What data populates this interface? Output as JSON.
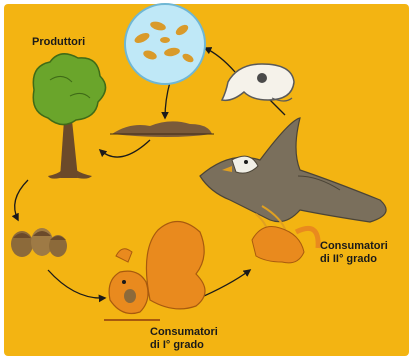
{
  "labels": {
    "producers": "Produttori",
    "primary_consumers_line1": "Consumatori",
    "primary_consumers_line2": "di I° grado",
    "secondary_consumers_line1": "Consumatori",
    "secondary_consumers_line2": "di II° grado"
  },
  "colors": {
    "background": "#f3b412",
    "tree_foliage": "#6aa52b",
    "trunk": "#6b4a2a",
    "acorn": "#8c6a3a",
    "squirrel": "#e98a1e",
    "eagle": "#7a6f5c",
    "microbe_circle": "#bfe8f7",
    "microbes": "#d99a2a",
    "soil": "#7a5a3a",
    "text": "#1a1a1a"
  },
  "icons": [
    "tree-icon",
    "acorns-icon",
    "squirrel-icon",
    "eagle-icon",
    "bird-skull-icon",
    "soil-icon",
    "microbes-icon"
  ]
}
